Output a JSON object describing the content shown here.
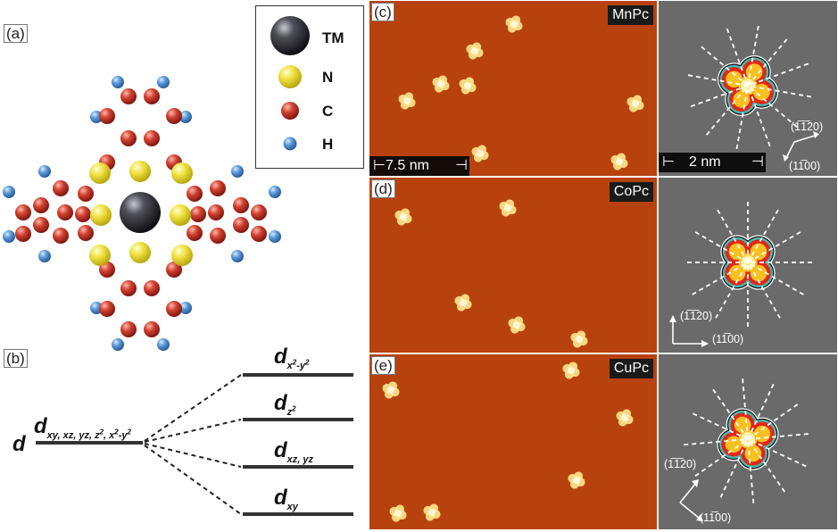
{
  "panels": {
    "a": "(a)",
    "b": "(b)",
    "c": "(c)",
    "d": "(d)",
    "e": "(e)"
  },
  "legend": [
    {
      "label": "TM",
      "color": "#2e2e36"
    },
    {
      "label": "N",
      "color": "#e8d828"
    },
    {
      "label": "C",
      "color": "#c84030"
    },
    {
      "label": "H",
      "color": "#5a9ad8"
    }
  ],
  "stm": {
    "c": {
      "molecule": "MnPc",
      "scale_wide": "7.5 nm",
      "scale_zoom": "2 nm",
      "dir1": "(1̅1̅20)",
      "dir2": "(11̅00)"
    },
    "d": {
      "molecule": "CoPc",
      "dir1": "(1̅1̅20)",
      "dir2": "(11̅00)"
    },
    "e": {
      "molecule": "CuPc",
      "dir1": "(1̅1̅20)",
      "dir2": "(11̅00)"
    }
  },
  "orbitals": {
    "d": "d",
    "degenerate": {
      "main": "d",
      "sub": "xy, xz, yz, z",
      "sup1": "2",
      "mid": ", x",
      "sup2": "2",
      "tail": "-y",
      "sup3": "2"
    },
    "levels": [
      {
        "main": "d",
        "sub": "x",
        "sup": "2",
        "tail": "-y",
        "sup2": "2"
      },
      {
        "main": "d",
        "sub": "z",
        "sup": "2",
        "tail": "",
        "sup2": ""
      },
      {
        "main": "d",
        "sub": "xz, yz",
        "sup": "",
        "tail": "",
        "sup2": ""
      },
      {
        "main": "d",
        "sub": "xy",
        "sup": "",
        "tail": "",
        "sup2": ""
      }
    ]
  },
  "colors": {
    "stm_bg": "#b8420e",
    "stm_spot": "#ffe890",
    "zoom_bg": "#6a6a6a"
  }
}
